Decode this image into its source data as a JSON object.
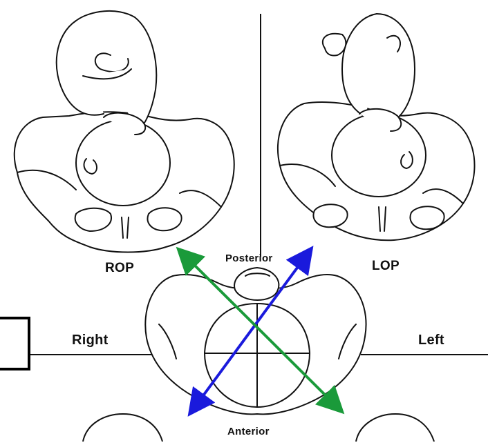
{
  "labels": {
    "rop": "ROP",
    "lop": "LOP",
    "posterior": "Posterior",
    "anterior": "Anterior",
    "right": "Right",
    "left": "Left"
  },
  "arrows": [
    {
      "color": "#1a1adc",
      "direction": "anterior-right to posterior-left"
    },
    {
      "color": "#1a9a3a",
      "direction": "posterior-right to anterior-left"
    }
  ],
  "line_color": "#000000"
}
